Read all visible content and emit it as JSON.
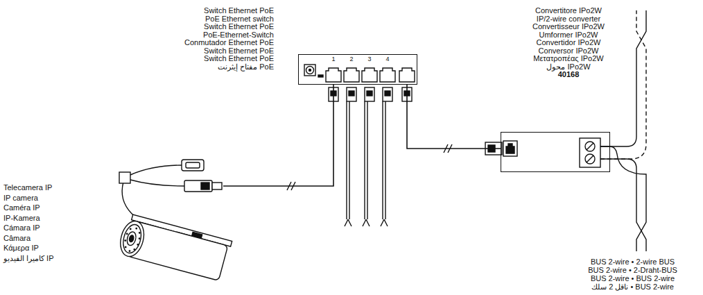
{
  "diagram": {
    "nodes": [
      {
        "text": [
          "Switch Ethernet PoE",
          "PoE Ethernet switch",
          "Switch Ethernet PoE",
          "PoE-Ethernet-Switch",
          "Conmutador Ethernet PoE",
          "Switch Ethernet PoE",
          "Switch Ethernet PoE",
          "مفتاح إيثرنت PoE"
        ]
      },
      {
        "text": [
          "Convertitore IPo2W",
          "IP/2-wire converter",
          "Convertisseur IPo2W",
          "Umformer IPo2W",
          "Convertidor IPo2W",
          "Conversor IPo2W",
          "Μετατροπέας IPo2W",
          "محول IPo2W",
          "40168"
        ]
      },
      {
        "text": [
          "Telecamera IP",
          "IP camera",
          "Caméra IP",
          "IP-Kamera",
          "Cámara IP",
          "Câmara",
          "Κάμερα IP",
          "كاميرا الفيديو IP"
        ]
      }
    ],
    "edges": [
      {
        "from": 2,
        "to": 0,
        "arrow": "none"
      },
      {
        "from": 0,
        "to": 1,
        "arrow": "none"
      }
    ],
    "labels": [
      "1",
      "2",
      "3",
      "4",
      "BUS 2-wire • 2-wire BUS",
      "BUS 2-wire • 2-Draht-BUS",
      "BUS 2-wire • BUS 2-wire",
      "ناقل 2 سلك • BUS 2-wire"
    ]
  }
}
